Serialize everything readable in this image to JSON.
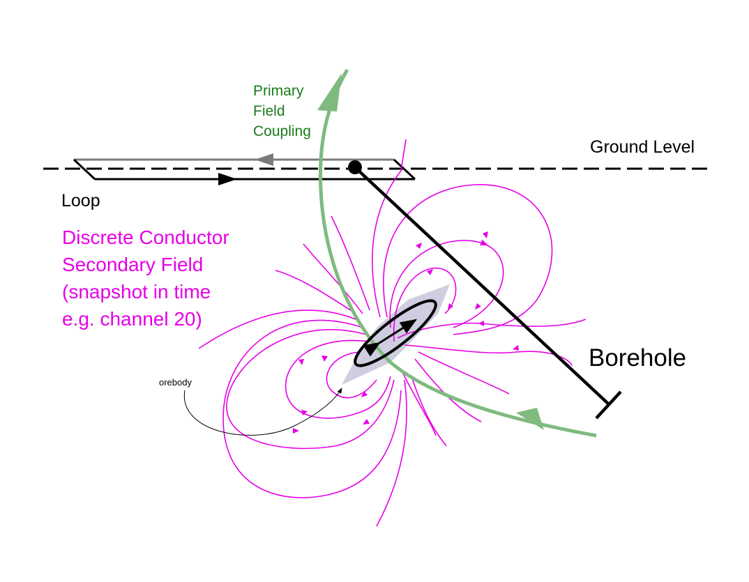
{
  "labels": {
    "ground_level": "Ground Level",
    "loop": "Loop",
    "primary_field": [
      "Primary",
      "Field",
      "Coupling"
    ],
    "secondary_field": [
      "Discrete Conductor",
      "Secondary Field",
      "(snapshot in time",
      "e.g. channel 20)"
    ],
    "borehole": "Borehole",
    "orebody": "orebody"
  },
  "colors": {
    "primary_field": "#7fba7f",
    "primary_label": "#1a7a1a",
    "secondary_field": "#e600e6",
    "orebody_fill": "#c9c9dd",
    "ground_line": "#000000",
    "loop_far": "#7a7a7a",
    "loop_near": "#000000"
  }
}
